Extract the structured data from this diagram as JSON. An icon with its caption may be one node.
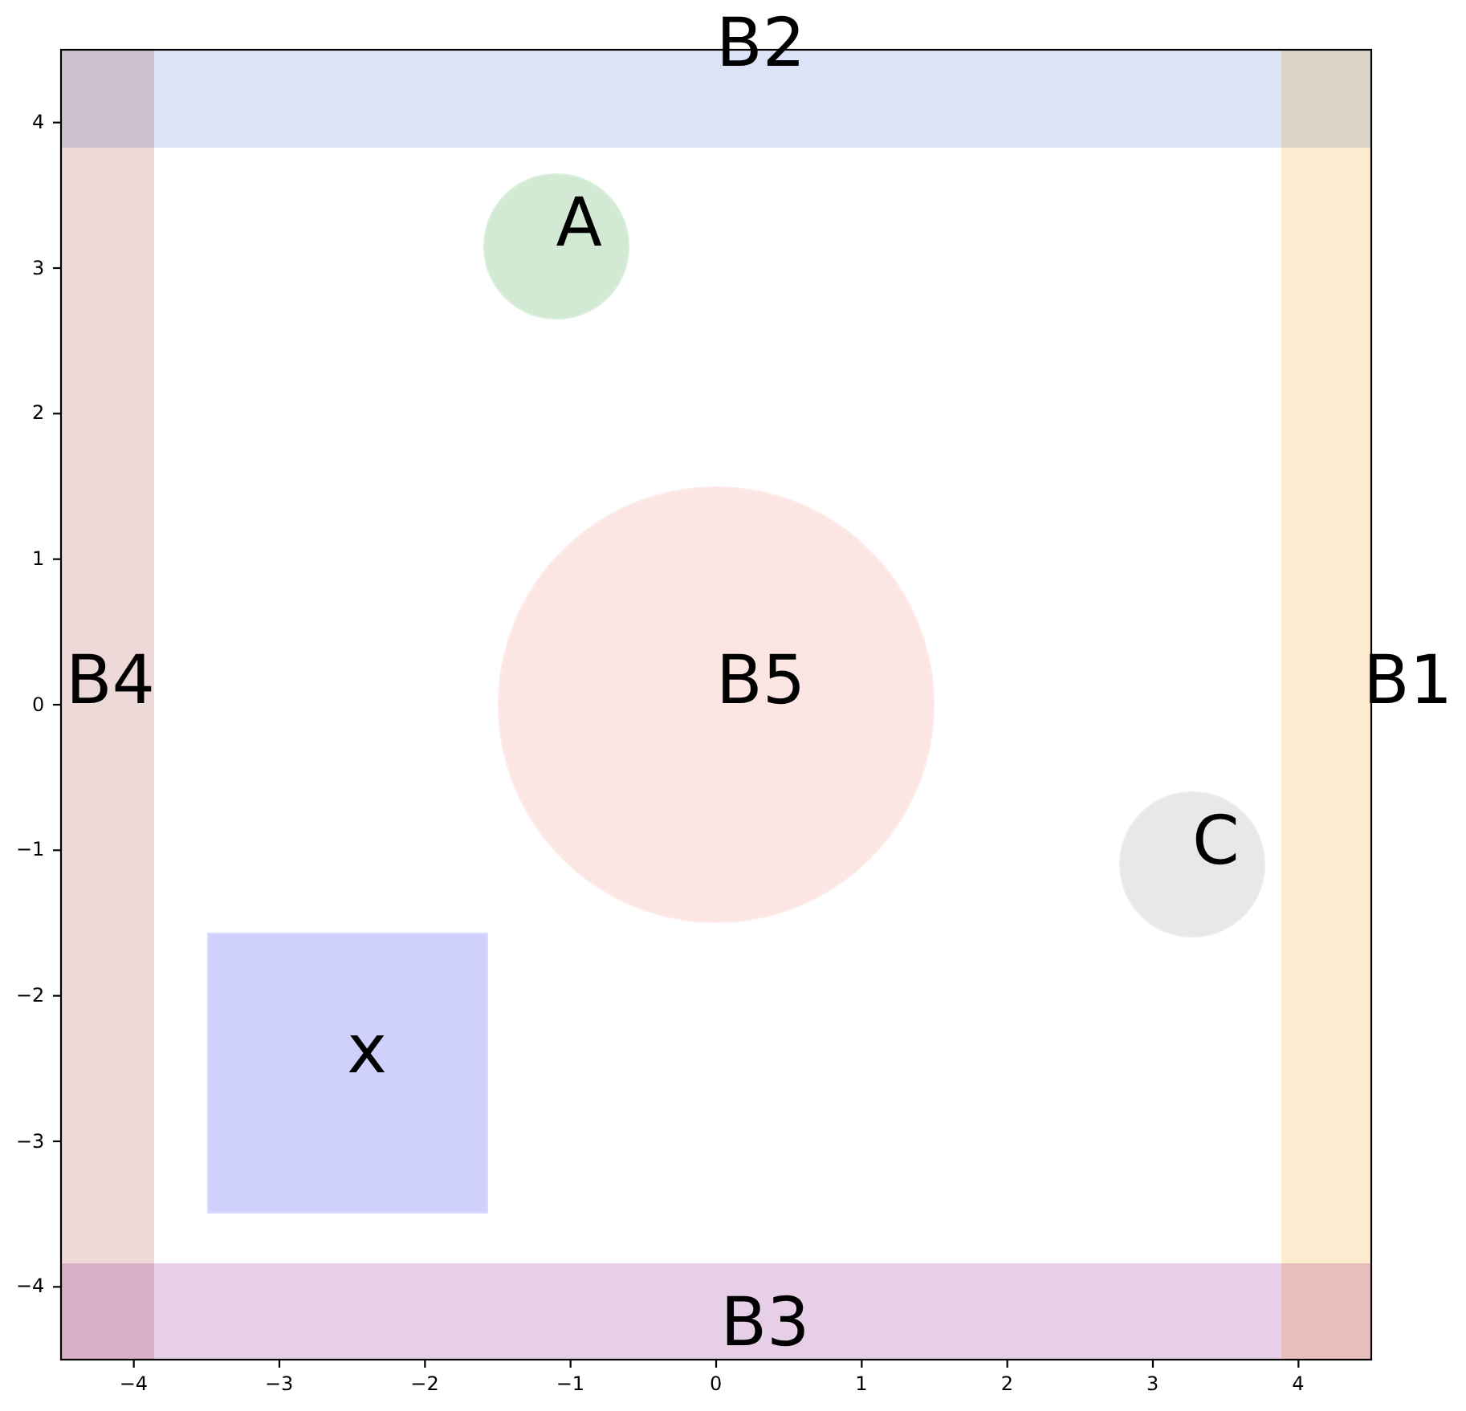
{
  "diagram": {
    "nodes": [
      {
        "text": [
          "B2"
        ]
      },
      {
        "text": [
          "A"
        ]
      },
      {
        "text": [
          "B4"
        ]
      },
      {
        "text": [
          "B5"
        ]
      },
      {
        "text": [
          "B1"
        ]
      },
      {
        "text": [
          "C"
        ]
      },
      {
        "text": [
          "x"
        ]
      },
      {
        "text": [
          "B3"
        ]
      }
    ],
    "labels": [
      "4",
      "3",
      "2",
      "1",
      "0",
      "−1",
      "−2",
      "−3",
      "−4",
      "−4",
      "−3",
      "−2",
      "−1",
      "0",
      "1",
      "2",
      "3",
      "4"
    ]
  }
}
